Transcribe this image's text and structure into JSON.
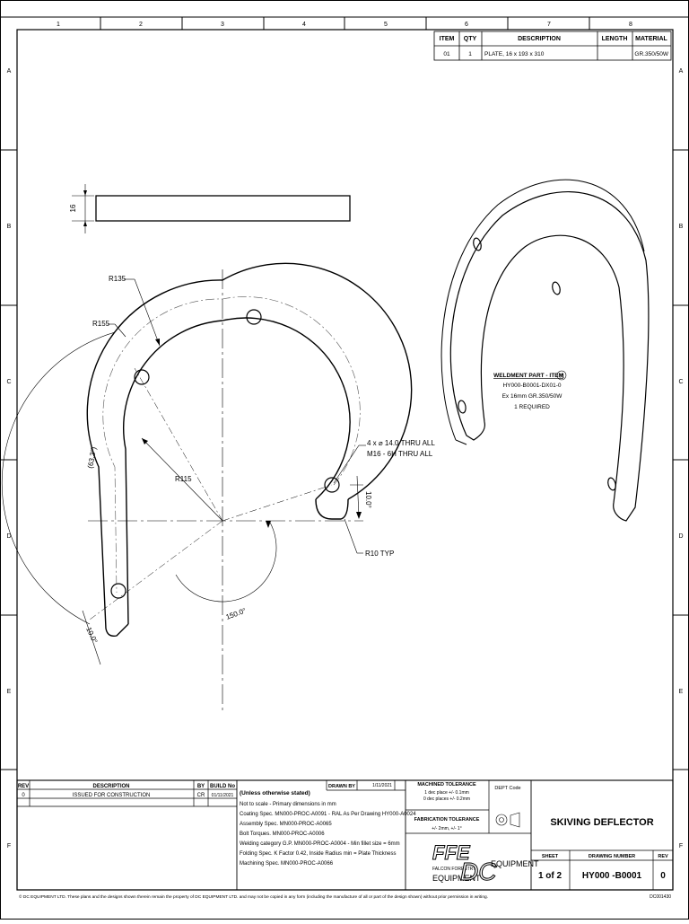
{
  "zone_columns": [
    "1",
    "2",
    "3",
    "4",
    "5",
    "6",
    "7",
    "8"
  ],
  "zone_rows": [
    "A",
    "B",
    "C",
    "D",
    "E",
    "F"
  ],
  "bom": {
    "headers": {
      "item": "ITEM",
      "qty": "QTY",
      "description": "DESCRIPTION",
      "length": "LENGTH",
      "material": "MATERIAL"
    },
    "rows": [
      {
        "item": "01",
        "qty": "1",
        "description": "PLATE, 16 x 193 x 310",
        "length": "",
        "material": "GR.350/50W"
      }
    ]
  },
  "dims": {
    "thickness": "16",
    "r135": "R135",
    "r155": "R155",
    "r115": "R115",
    "angle_633": "(63.3°)",
    "holes_line1": "4 x ⌀ 14.0 THRU ALL",
    "holes_line2": "M16 - 6H THRU ALL",
    "dim_10_right": "10.0°",
    "r10": "R10 TYP",
    "angle_150": "150.0°",
    "dim_10_left": "10.0°"
  },
  "weldment": {
    "title": "WELDMENT PART - ITEM",
    "item_no": "01",
    "line1": "HY000-B0001-DX01-0",
    "line2": "Ex 16mm GR.350/50W",
    "line3": "1 REQUIRED"
  },
  "rev_table": {
    "headers": {
      "rev": "REV",
      "description": "DESCRIPTION",
      "by": "BY",
      "build": "BUILD No"
    },
    "rows": [
      {
        "rev": "0",
        "description": "ISSUED FOR CONSTRUCTION",
        "by": "CR",
        "build": "01/11/2021"
      }
    ]
  },
  "notes": {
    "heading": "(Unless otherwise stated)",
    "lines": [
      "Not to scale - Primary dimensions in mm",
      "Coating Spec. MN000-PROC-A0091 - RAL As Per Drawing HY000-A0024",
      "Assembly Spec. MN000-PROC-A0065",
      "Bolt Torques. MN000-PROC-A0006",
      "Welding category G.P. MN000-PROC-A0004 - Min fillet size = 6mm",
      "Folding Spec. K Factor 0.42, Inside Radius min = Plate Thickness",
      "Machining Spec. MN000-PROC-A0066"
    ]
  },
  "drawn_by": {
    "label": "DRAWN BY",
    "date": "1/11/2021"
  },
  "tolerance": {
    "machined": "MACHINED TOLERANCE",
    "machined_1": "1 dec place +/- 0.1mm",
    "machined_2": "0 dec places +/- 0.2mm",
    "fabrication": "FABRICATION TOLERANCE",
    "fabrication_1": "+/- 2mm, +/- 1°"
  },
  "dept_code": "DEPT Code",
  "title": "SKIVING DEFLECTOR",
  "sheet": {
    "label": "SHEET",
    "value": "1 of 2"
  },
  "drawing_number": {
    "label": "DRAWING NUMBER",
    "value": "HY000 -B0001"
  },
  "rev": {
    "label": "REV",
    "value": "0"
  },
  "logos": {
    "ffe": "FFE",
    "ffe_sub1": "FALCON FORESTRY",
    "ffe_sub2": "EQUIPMENT",
    "dc": "DC",
    "dc_word": "EQUIPMENT"
  },
  "footer": {
    "copyright": "© DC EQUIPMENT LTD. These plans and the designs shown therein remain the property of DC EQUIPMENT LTD. and may not be copied in any form (including the manufacture of all or part of the design shown) without prior permission in writing.",
    "code": "DC001430"
  }
}
